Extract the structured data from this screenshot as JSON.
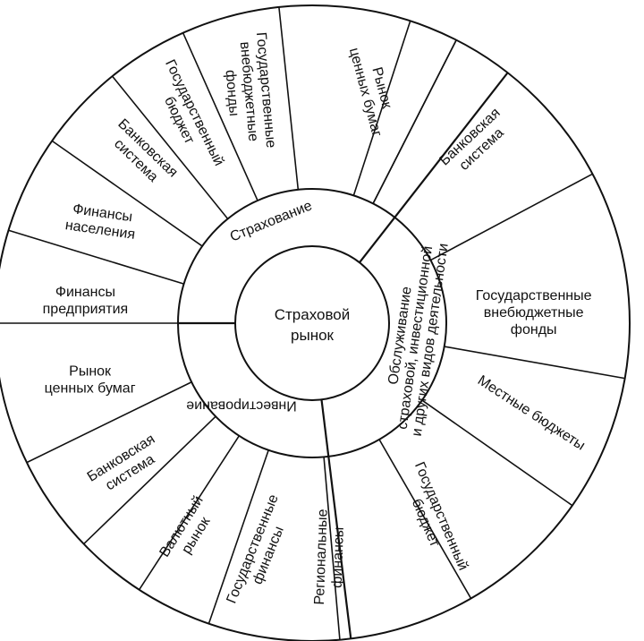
{
  "center": {
    "line1": "Страховой",
    "line2": "рынок"
  },
  "middle_ring": {
    "insurance": "Страхование",
    "investment": "Инвестирование",
    "service": [
      "Обслуживание",
      "страховой, инвестиционной",
      "и других видов деятельности"
    ]
  },
  "outer_segments": [
    [
      "Рынок",
      "ценных бумаг"
    ],
    [
      "Банковская",
      "система"
    ],
    [
      "Государственные",
      "внебюджетные",
      "фонды"
    ],
    [
      "Местные бюджеты"
    ],
    [
      "Государственный",
      "бюджет"
    ],
    [
      "Региональные",
      "финансы"
    ],
    [
      "Государственные",
      "финансы"
    ],
    [
      "Валютный",
      "рынок"
    ],
    [
      "Банковская",
      "система"
    ],
    [
      "Рынок",
      "ценных бумаг"
    ],
    [
      "Финансы",
      "предприятия"
    ],
    [
      "Финансы",
      "населения"
    ],
    [
      "Банковская",
      "система"
    ],
    [
      "Государственный",
      "бюджет"
    ],
    [
      "Государственные",
      "внебюджетные",
      "фонды"
    ]
  ]
}
